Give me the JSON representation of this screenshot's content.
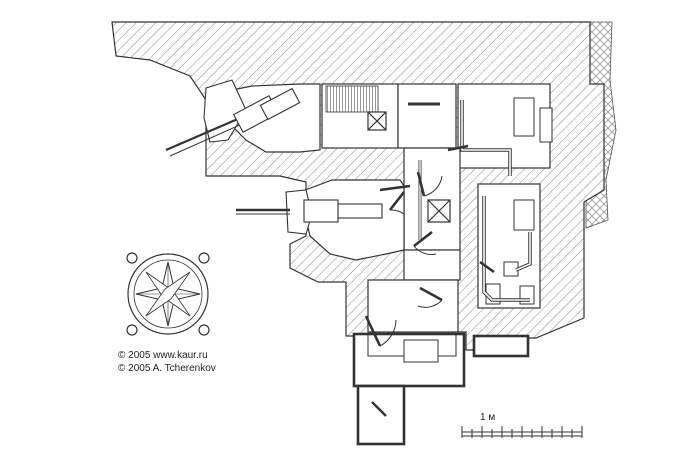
{
  "credits": {
    "line1": "© 2005 www.kaur.ru",
    "line2": "© 2005 A. Tcherenkov"
  },
  "scale_bar": {
    "label": "1 м",
    "segments": 12
  },
  "colors": {
    "ink": "#333333",
    "hatch": "#8a8a8a",
    "paper": "#ffffff"
  }
}
